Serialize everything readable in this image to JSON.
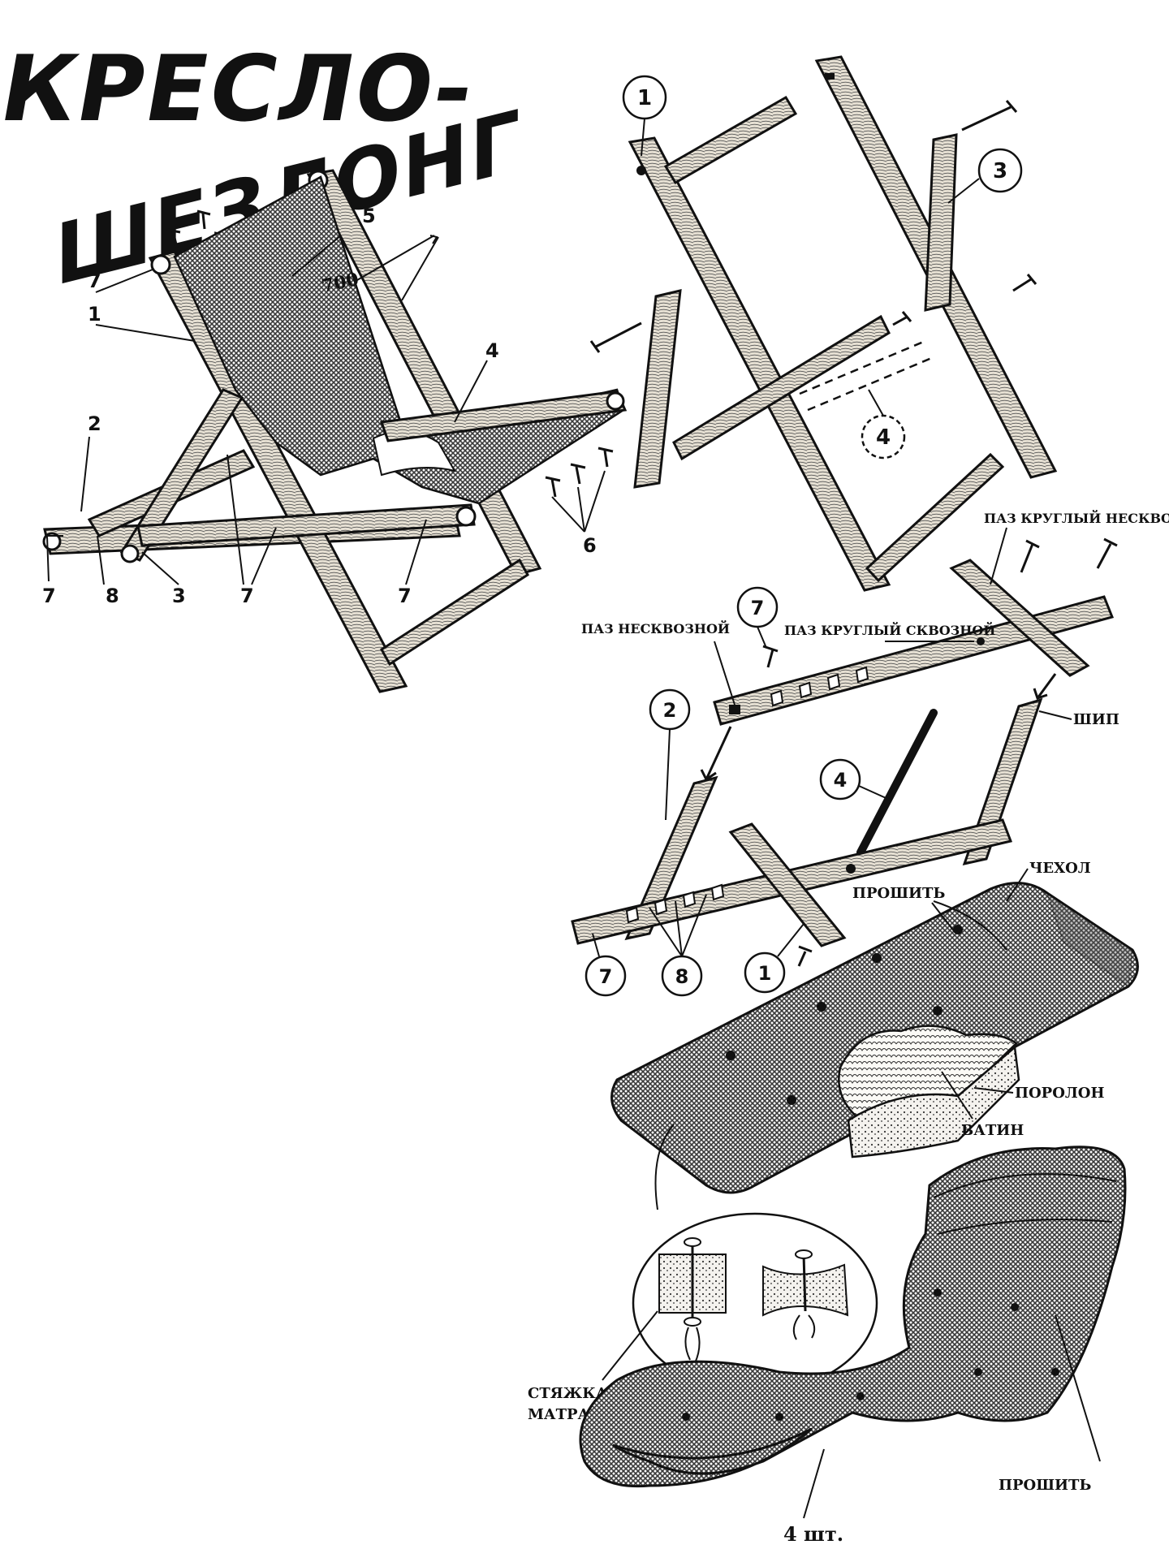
{
  "title": {
    "line1": "КРЕСЛО-",
    "line2": "ШЕЗЛОНГ"
  },
  "assembled_view": {
    "dimension": "700",
    "callouts": [
      "7",
      "1",
      "2",
      "7",
      "8",
      "3",
      "7",
      "7",
      "5",
      "4",
      "6"
    ]
  },
  "exploded_back": {
    "markers": [
      "1",
      "3",
      "4"
    ]
  },
  "exploded_base": {
    "markers": [
      "7",
      "2",
      "4",
      "7",
      "8",
      "1"
    ],
    "labels": {
      "groove_blind_round": "ПАЗ КРУГЛЫЙ НЕСКВОЗНОЙ",
      "groove_blind": "ПАЗ НЕСКВОЗНОЙ",
      "groove_through_round": "ПАЗ КРУГЛЫЙ СКВОЗНОЙ",
      "tenon": "ШИП"
    }
  },
  "cushion": {
    "labels": {
      "cover": "ЧЕХОЛ",
      "stitch_top": "ПРОШИТЬ",
      "foam": "ПОРОЛОН",
      "batting": "ВАТИН",
      "tie_line1": "СТЯЖКА",
      "tie_line2": "МАТРАСА",
      "quantity": "4 шт.",
      "stitch_bottom": "ПРОШИТЬ"
    }
  },
  "colors": {
    "ink": "#111111",
    "paper": "#ffffff",
    "mesh": "#8a8a8a",
    "wood": "#d9d2c4"
  }
}
